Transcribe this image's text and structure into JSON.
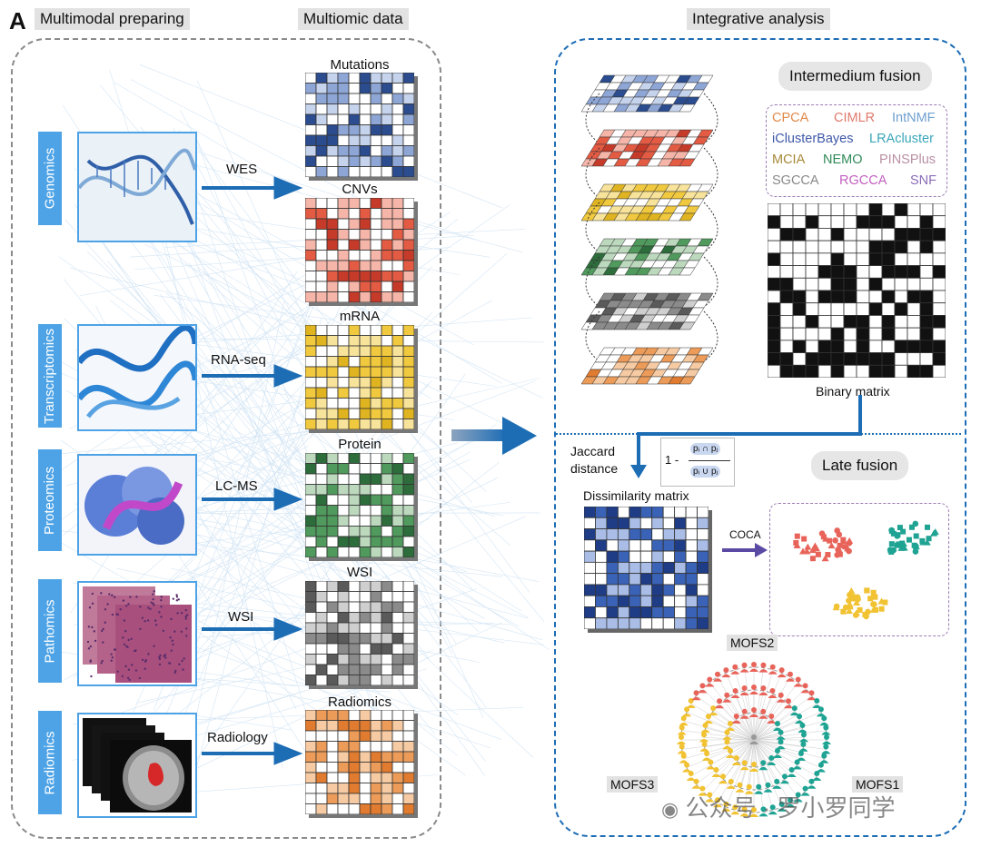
{
  "panel_letter": "A",
  "headers": {
    "multimodal": "Multimodal  preparing",
    "multiomic": "Multiomic data",
    "integrative": "Integrative analysis"
  },
  "omics": [
    {
      "label": "Genomics",
      "method": "WES",
      "data_title": "Mutations",
      "second_title": "CNVs"
    },
    {
      "label": "Transcriptomics",
      "method": "RNA-seq",
      "data_title": "mRNA"
    },
    {
      "label": "Proteomics",
      "method": "LC-MS",
      "data_title": "Protein"
    },
    {
      "label": "Pathomics",
      "method": "WSI",
      "data_title": "WSI"
    },
    {
      "label": "Radiomics",
      "method": "Radiology",
      "data_title": "Radiomics"
    }
  ],
  "intermedium": {
    "title": "Intermedium fusion",
    "methods": [
      {
        "name": "CPCA",
        "color": "#e0894a"
      },
      {
        "name": "CIMLR",
        "color": "#e07a6c"
      },
      {
        "name": "IntNMF",
        "color": "#6fa0cf"
      },
      {
        "name": "iClusterBayes",
        "color": "#3e58a8"
      },
      {
        "name": "LRAcluster",
        "color": "#3aa6b9"
      },
      {
        "name": "MCIA",
        "color": "#a8893a"
      },
      {
        "name": "NEMO",
        "color": "#2f8a58"
      },
      {
        "name": "PINSPlus",
        "color": "#b98fa3"
      },
      {
        "name": "SGCCA",
        "color": "#8a8a8a"
      },
      {
        "name": "RGCCA",
        "color": "#c35fbf"
      },
      {
        "name": "SNF",
        "color": "#8a6bb8"
      }
    ],
    "binary_caption": "Binary matrix"
  },
  "late": {
    "title": "Late fusion",
    "jaccard_line1": "Jaccard",
    "jaccard_line2": "distance",
    "formula_prefix": "1 -",
    "formula_num": "pᵢ ∩ pⱼ",
    "formula_den": "pᵢ ∪ pⱼ",
    "dissimilarity": "Dissimilarity matrix",
    "coca": "COCA"
  },
  "mofs": [
    "MOFS2",
    "MOFS3",
    "MOFS1"
  ],
  "watermark": "公众号 · 罗小罗同学",
  "colors": {
    "mutations": [
      "#ffffff",
      "#c6d3ec",
      "#8ea6d6",
      "#2b4c8f"
    ],
    "cnvs": [
      "#ffffff",
      "#f5b5a8",
      "#e45b44",
      "#c63a29"
    ],
    "mrna": [
      "#ffffff",
      "#f8e39a",
      "#f1c93e",
      "#e0b420"
    ],
    "protein": [
      "#ffffff",
      "#bcd9be",
      "#4f9a5c",
      "#2d6c3b"
    ],
    "wsi": [
      "#ffffff",
      "#cfcfcf",
      "#8b8b8b",
      "#5a5a5a"
    ],
    "radiomics": [
      "#ffffff",
      "#f6caa3",
      "#ec9b58",
      "#e07b30"
    ],
    "binary": [
      "#ffffff",
      "#111111"
    ],
    "dissimilarity": [
      "#ffffff",
      "#a9bde6",
      "#3a62b6",
      "#1f3d86"
    ],
    "cluster_red": "#e8645a",
    "cluster_teal": "#1fa393",
    "cluster_yellow": "#f1c232",
    "accent_blue": "#1d6db5",
    "label_blue": "#4da3e6"
  }
}
